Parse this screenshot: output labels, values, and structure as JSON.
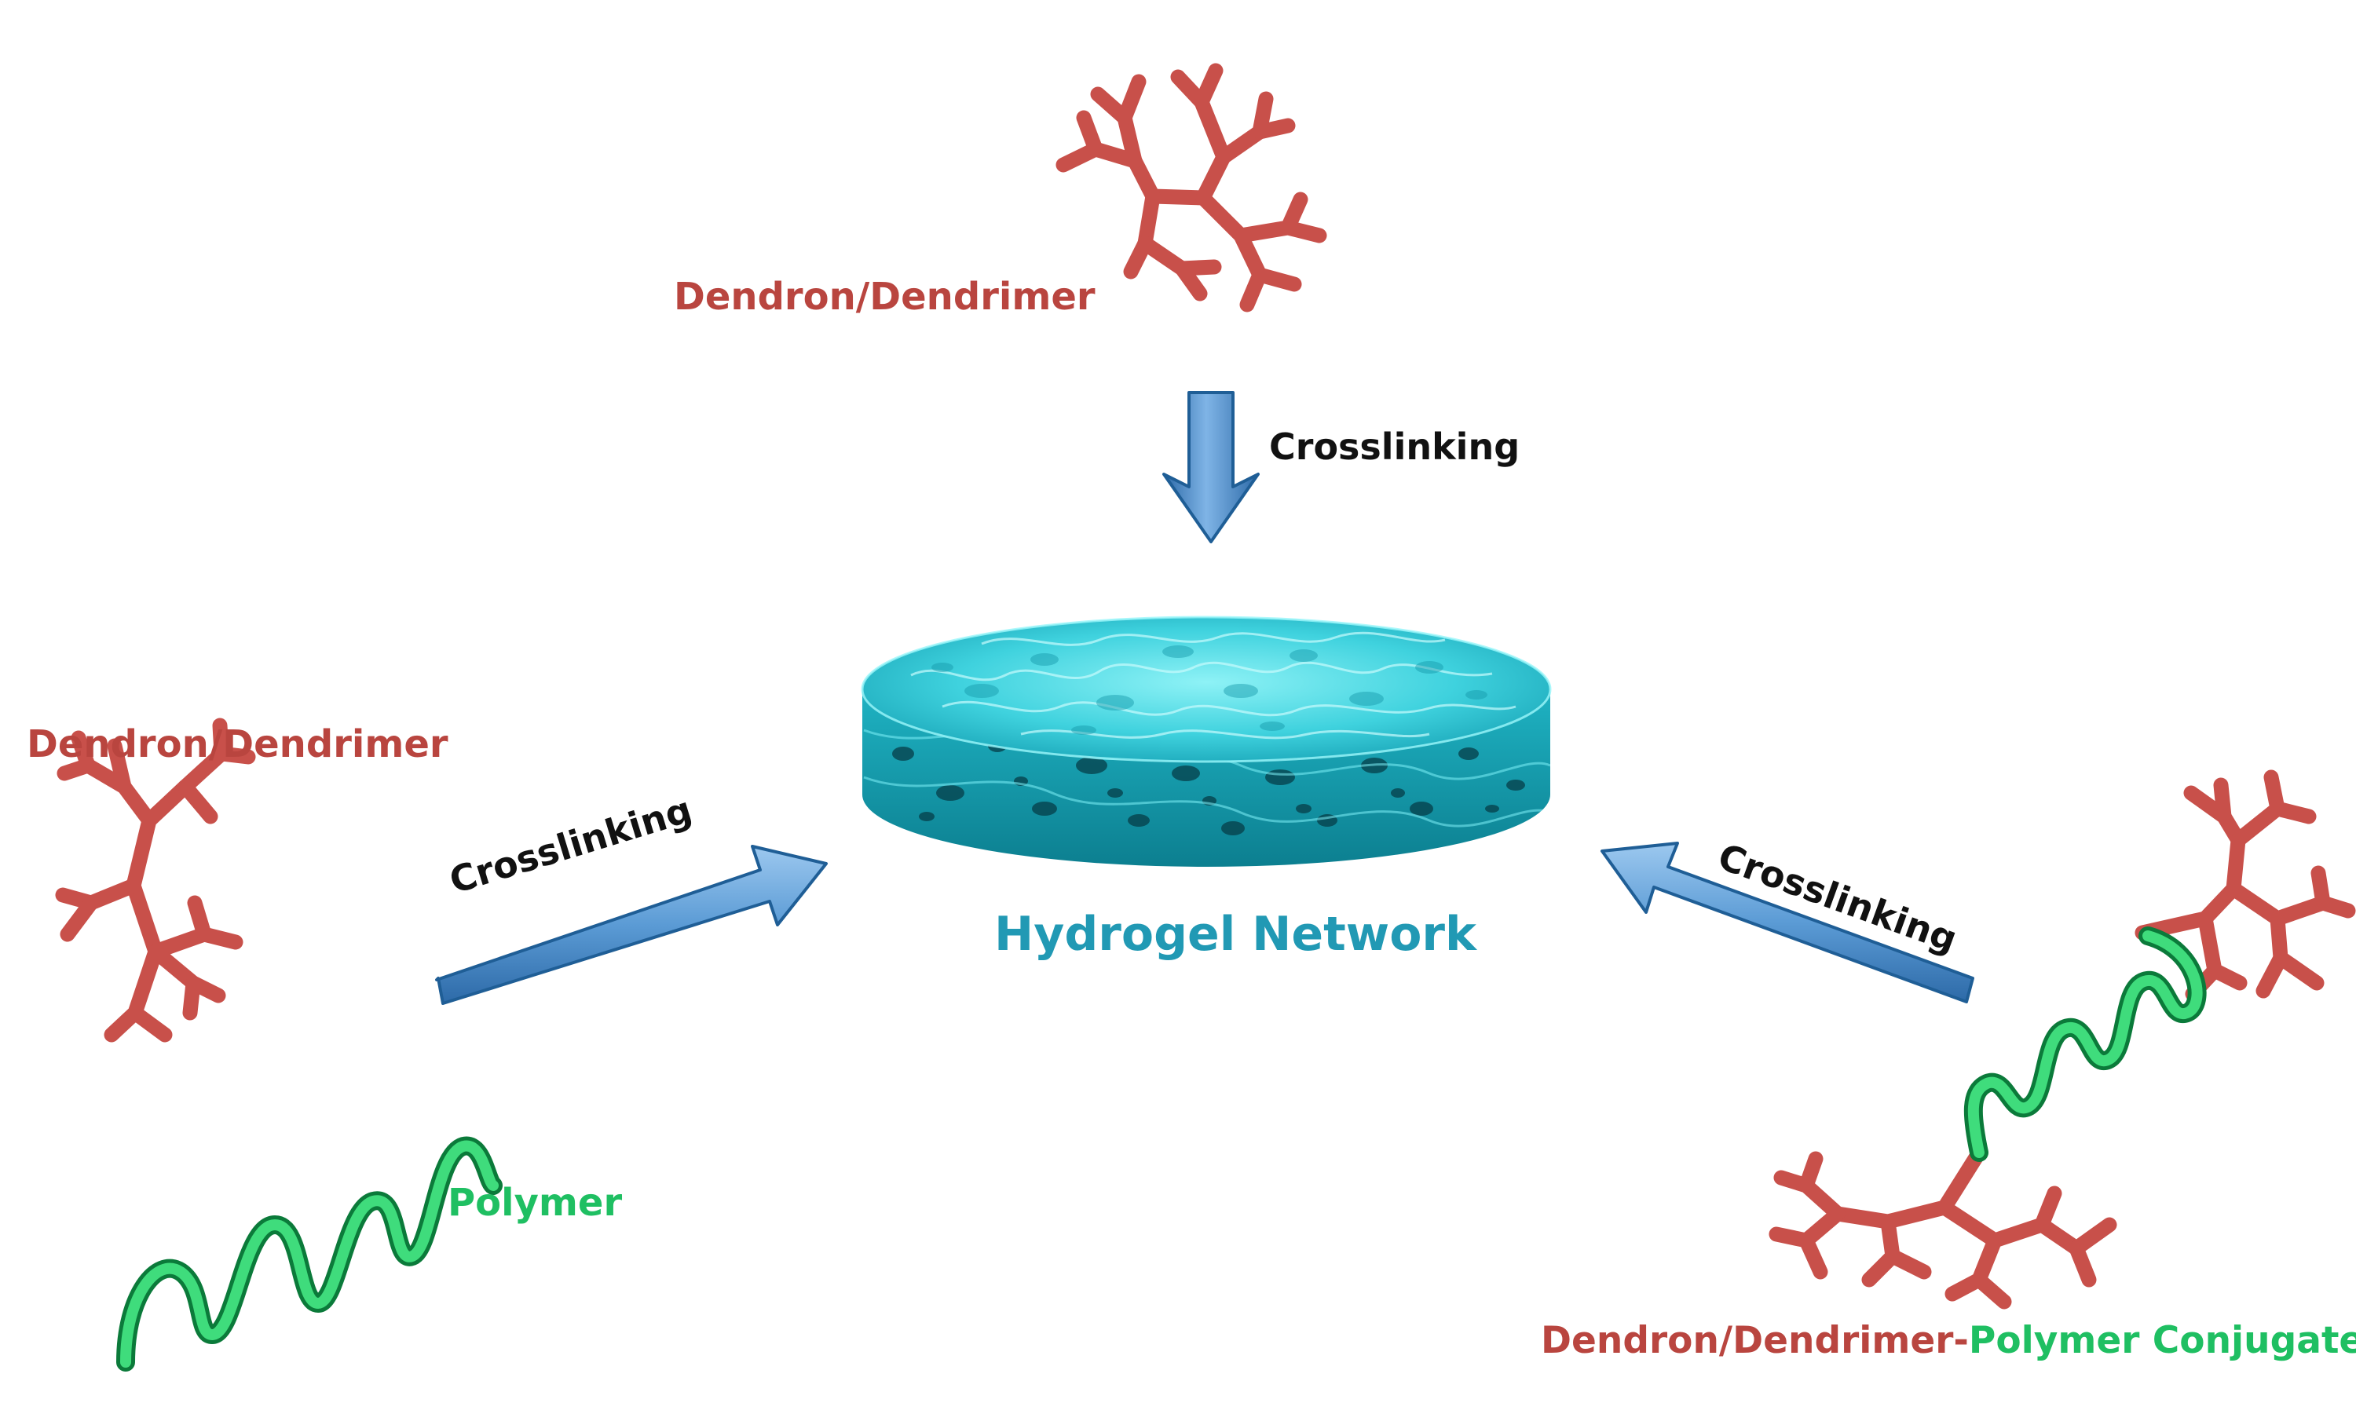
{
  "labels": {
    "dendrimer_top": "Dendron/Dendrimer",
    "dendrimer_left": "Dendron/Dendrimer",
    "polymer_left": "Polymer",
    "conjugate_dendron_part": "Dendron/Dendrimer",
    "conjugate_dash": "-",
    "conjugate_polymer_part": "Polymer Conjugate",
    "hydrogel": "Hydrogel Network"
  },
  "arrows": {
    "top": "Crosslinking",
    "left": "Crosslinking",
    "right": "Crosslinking"
  },
  "colors": {
    "dendrimer": "#c8504a",
    "dendrimer_text": "#b9453f",
    "polymer": "#22c466",
    "arrow": "#5b9bd5",
    "hydrogel": "#26c8d8",
    "hydrogel_text": "#2199b4"
  }
}
